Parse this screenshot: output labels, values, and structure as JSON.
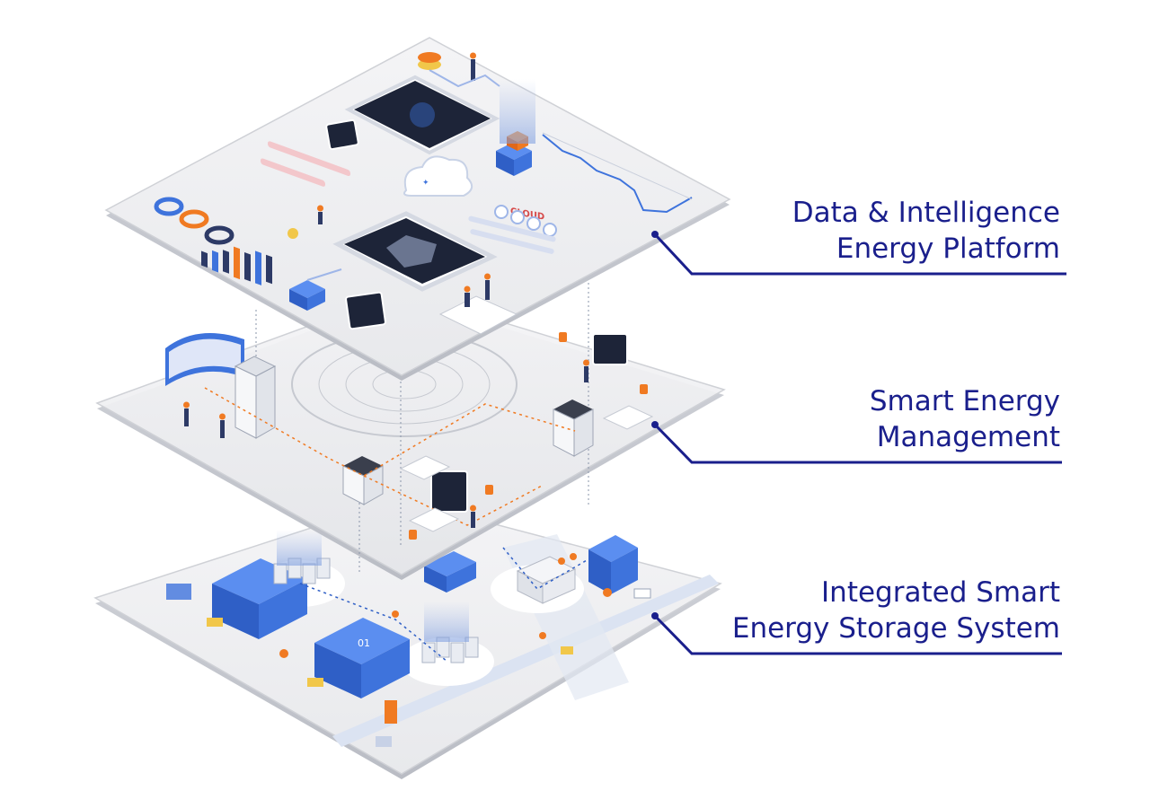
{
  "colors": {
    "label_text": "#1a1f8c",
    "leader_line": "#1a1f8c",
    "plate_fill": "#efeff1",
    "plate_edge": "#b9bcc4",
    "building_blue": "#3a6fd8",
    "accent_orange": "#f07a22",
    "screen_dark": "#1d2438"
  },
  "layers": [
    {
      "id": "top",
      "lines": [
        "Data & Intelligence",
        "Energy Platform"
      ]
    },
    {
      "id": "mid",
      "lines": [
        "Smart Energy",
        "Management"
      ]
    },
    {
      "id": "bot",
      "lines": [
        "Integrated Smart",
        "Energy Storage System"
      ]
    }
  ],
  "decor": {
    "cloud_text": "CLOUD",
    "building_number": "01"
  }
}
